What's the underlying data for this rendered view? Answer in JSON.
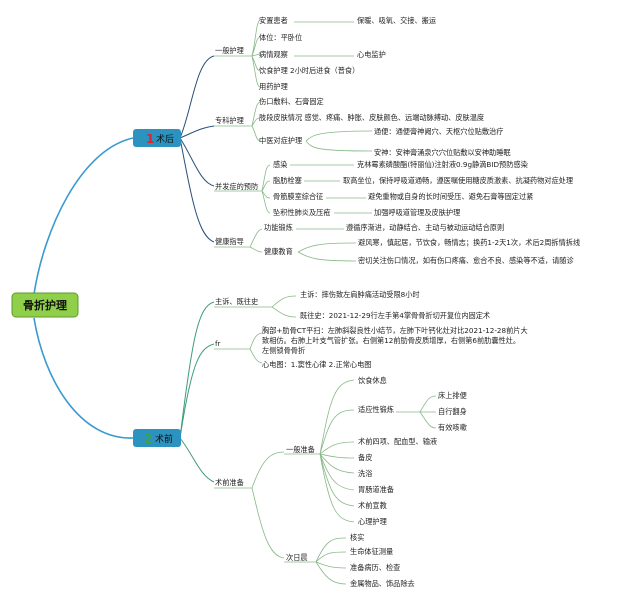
{
  "root": {
    "label": "骨折护理"
  },
  "colors": {
    "root_fill": "#8fcf4a",
    "postop_num": "#d9262c",
    "preop_num": "#3ea43e",
    "cat_fill": "#2c93c0",
    "link": "#3a9ad0",
    "post_branch": "#2a4f7a",
    "pre_branch": "#3f9c79"
  },
  "categories": [
    {
      "number": "1",
      "label": "术后"
    },
    {
      "number": "2",
      "label": "术前"
    }
  ],
  "postop": {
    "general": {
      "label": "一般护理",
      "items": [
        {
          "label": "安置患者",
          "detail": "保暖、吸氧、交接、搬运"
        },
        {
          "label": "体位：平卧位"
        },
        {
          "label": "病情观察",
          "detail": "心电监护"
        },
        {
          "label": "饮食护理 2小时后进食（普食）"
        },
        {
          "label": "用药护理"
        }
      ]
    },
    "specialty": {
      "label": "专科护理",
      "items": [
        {
          "label": "伤口敷料、石膏固定"
        },
        {
          "label": "肢段皮肤情况 感觉、疼痛、肿胀、皮肤颜色、远端动脉搏动、皮肤温度"
        },
        {
          "label": "中医对症护理",
          "subs": [
            "通便：通便膏神阙穴、天枢穴位贴敷治疗",
            "安神：安神膏涌泉穴穴位贴敷以安神助睡眠"
          ]
        }
      ]
    },
    "complication": {
      "label": "并发症的预防",
      "items": [
        {
          "label": "感染",
          "detail": "克林霉素磷酸酯(特丽仙)注射液0.9g静滴BID预防感染"
        },
        {
          "label": "脂肪栓塞",
          "detail": "取高坐位，保持呼吸道通畅，遵医嘱使用糖皮质激素、抗凝药物对症处理"
        },
        {
          "label": "骨筋膜室综合征",
          "detail": "避免重物或自身的长时间受压、避免石膏等固定过紧"
        },
        {
          "label": "坠积性肺炎及压疮",
          "detail": "加强呼吸道管理及皮肤护理"
        }
      ]
    },
    "health": {
      "label": "健康指导",
      "items": [
        {
          "label": "功能锻炼",
          "detail": "遵循序渐进，动静结合、主动与被动运动结合原则"
        },
        {
          "label": "健康教育",
          "subs": [
            "避风寒，慎起居，节饮食，畅情志；换药1-2天1次，术后2周拆情拆线",
            "密切关注伤口情况，如有伤口疼痛、愈合不良、感染等不适，请随诊"
          ]
        }
      ]
    }
  },
  "preop": {
    "history": {
      "label": "主诉、既往史",
      "items": [
        "主诉：摔伤致左肩肿痛活动受限8小时",
        "既往史：2021-12-29行左手第4掌骨骨折切开复位内固定术"
      ]
    },
    "fr": {
      "label": "fr",
      "items": [
        "胸部+肋骨CT平扫：左肺斜裂良性小结节，左肺下叶钙化灶对比2021-12-28前片大",
        "致相仿。右肺上叶支气管扩张。右侧第12前肋骨皮质增厚，右侧第6前肋囊性灶。",
        "左侧锁骨骨折",
        "心电图：1.窦性心律 2.正常心电图"
      ]
    },
    "prep": {
      "label": "术前准备",
      "general": {
        "label": "一般准备",
        "items": [
          "饮食休息",
          "适应性锻炼",
          "术前四项、配血型、输液",
          "备皮",
          "洗浴",
          "胃肠道准备",
          "术前宣教",
          "心理护理"
        ],
        "adapt_subs": [
          "床上排便",
          "自行翻身",
          "有效咳嗽"
        ]
      },
      "nextday": {
        "label": "次日晨",
        "items": [
          "核实",
          "生命体征测量",
          "准备病历、检查",
          "金属物品、饰品除去"
        ]
      }
    }
  }
}
